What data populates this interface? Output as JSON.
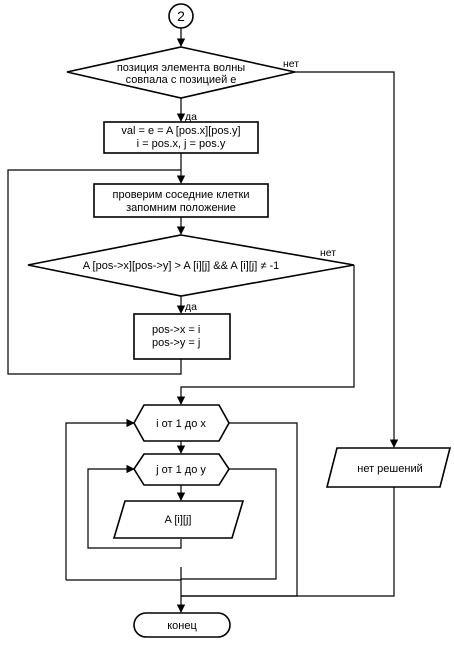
{
  "connector_label": "2",
  "decision1": {
    "line1": "позиция элемента волны",
    "line2": "совпала с позицией е"
  },
  "assign": {
    "line1": "val = e = A [pos.x][pos.y]",
    "line2": "i = pos.x, j = pos.y"
  },
  "check": {
    "line1": "проверим соседние клетки",
    "line2": "запомним положение"
  },
  "decision2": {
    "text": "A [pos->x][pos->y] > A [i][j] && A [i][j] ≠  -1"
  },
  "update": {
    "line1": "pos->x = i",
    "line2": "pos->y = j"
  },
  "loop_i": "i от 1 до x",
  "loop_j": "j от 1 до y",
  "output": "A [i][j]",
  "no_solution": "нет решений",
  "terminator": "конец",
  "yes_label": "да",
  "no_label": "нет"
}
